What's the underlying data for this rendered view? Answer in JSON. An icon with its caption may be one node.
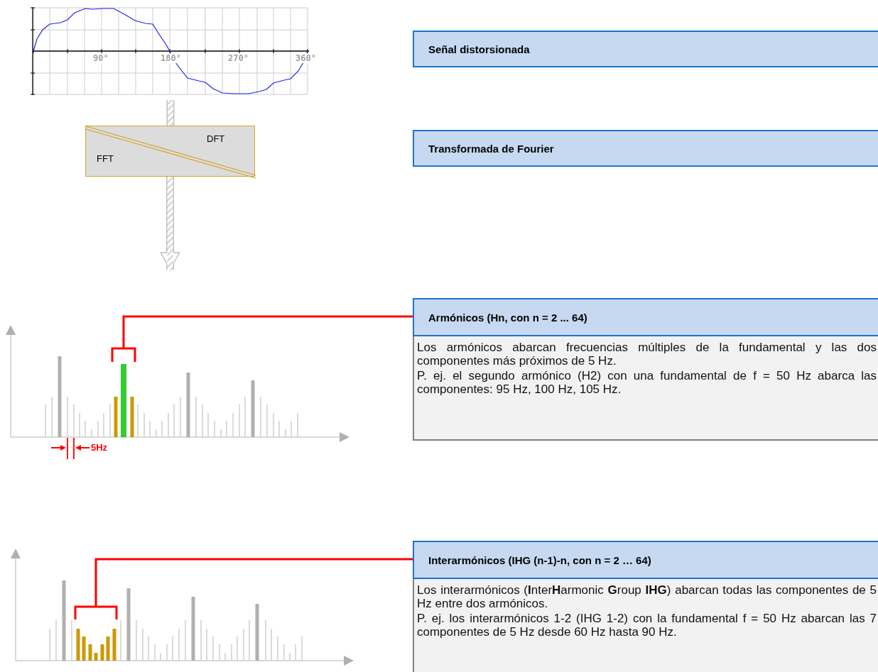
{
  "diagram": {
    "nodes": [
      {
        "text": [],
        "shape": "picture"
      },
      {
        "text": [
          "DFT",
          "FFT"
        ]
      },
      {
        "text": [
          "Señal distorsionada"
        ]
      },
      {
        "text": [
          "Transformada de Fourier"
        ]
      },
      {
        "text": [],
        "shape": "picture"
      },
      {
        "text": [],
        "shape": "bar",
        "in": 4
      },
      {
        "text": [
          "Armónicos (Hn, con n = 2 ... 64)",
          "Los armónicos abarcan frecuencias múltiples de la fundamental y las dos componentes más próximos de 5 Hz.",
          "P. ej. el segundo armónico (H2) con una fundamental de f = 50 Hz abarca las componentes: 95 Hz, 100 Hz, 105 Hz."
        ]
      },
      {
        "text": [],
        "shape": "picture"
      },
      {
        "text": [],
        "shape": "bar",
        "in": 7
      },
      {
        "text": [
          "Interarmónicos (IHG (n-1)-n, con n = 2 … 64)",
          "Los interarmónicos (**I**nter**H**armonic **G**roup **IHG**) abarcan todas las componentes de 5 Hz entre dos armónicos.",
          "P. ej. los interarmónicos 1-2 (IHG 1-2) con la fundamental f = 50 Hz abarcan las 7 componentes de 5 Hz desde 60 Hz hasta 90 Hz."
        ]
      }
    ],
    "edges": [
      {
        "from": 0,
        "to": 1,
        "arrow": "none",
        "style": "thick"
      },
      {
        "from": 1,
        "to": 4,
        "arrow": "to",
        "style": "thick"
      },
      {
        "from": 6,
        "to": 5,
        "arrow": "none",
        "color": "#ff0000"
      },
      {
        "from": 9,
        "to": 8,
        "arrow": "none",
        "color": "#ff0000"
      }
    ],
    "labels": [
      "90°",
      "180°",
      "270°",
      "360°",
      "5Hz"
    ]
  }
}
